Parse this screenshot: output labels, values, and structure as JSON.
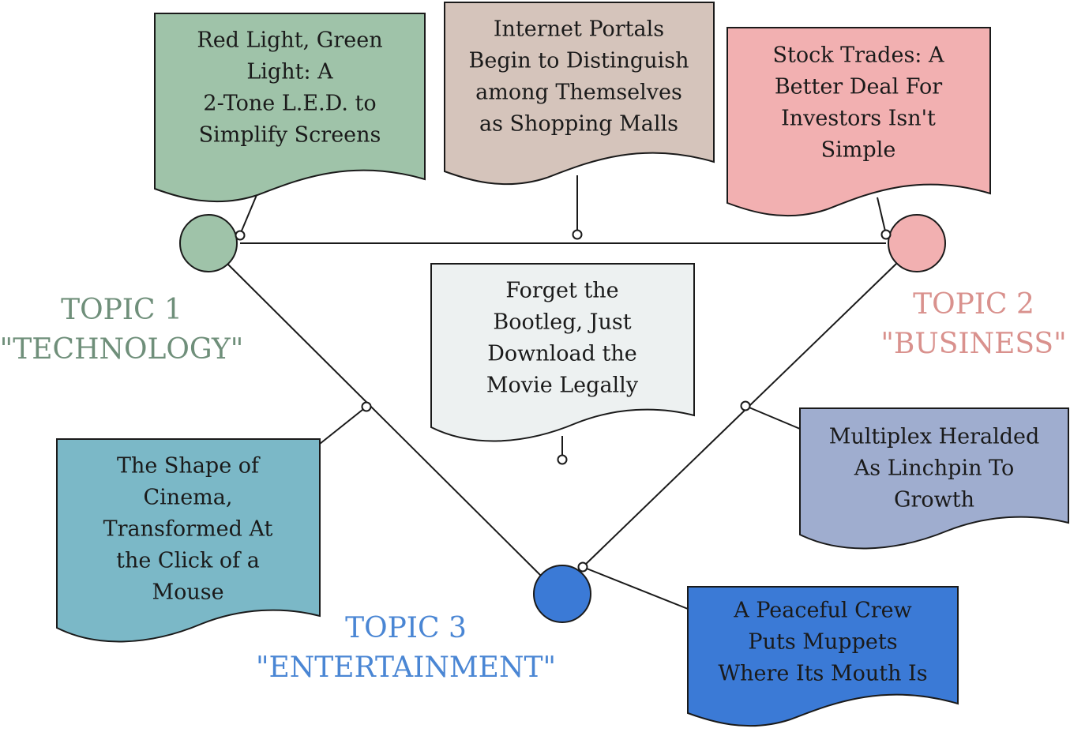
{
  "topics": [
    {
      "id": "t1",
      "line1": "TOPIC 1",
      "line2": "\"TECHNOLOGY\"",
      "color": "#6f8f7a",
      "node_fill": "#9fc3a9"
    },
    {
      "id": "t2",
      "line1": "TOPIC 2",
      "line2": "\"BUSINESS\"",
      "color": "#d9918d",
      "node_fill": "#f2b0b1"
    },
    {
      "id": "t3",
      "line1": "TOPIC 3",
      "line2": "\"ENTERTAINMENT\"",
      "color": "#4a86d4",
      "node_fill": "#3b7ad6"
    }
  ],
  "documents": [
    {
      "id": "d1",
      "lines": [
        "Red Light, Green",
        "Light: A",
        "2-Tone L.E.D. to",
        "Simplify Screens"
      ],
      "fill": "#9fc3a9"
    },
    {
      "id": "d2",
      "lines": [
        "Internet Portals",
        "Begin to Distinguish",
        "among Themselves",
        "as Shopping Malls"
      ],
      "fill": "#d5c4bb"
    },
    {
      "id": "d3",
      "lines": [
        "Stock Trades: A",
        "Better Deal For",
        "Investors Isn't",
        "Simple"
      ],
      "fill": "#f2b0b1"
    },
    {
      "id": "d4",
      "lines": [
        "Forget the",
        "Bootleg, Just",
        "Download the",
        "Movie Legally"
      ],
      "fill": "#edf1f1"
    },
    {
      "id": "d5",
      "lines": [
        "The Shape of",
        "Cinema,",
        "Transformed At",
        "the Click of a",
        "Mouse"
      ],
      "fill": "#7bb8c7"
    },
    {
      "id": "d6",
      "lines": [
        "Multiplex Heralded",
        "As Linchpin To",
        "Growth"
      ],
      "fill": "#9fadcf"
    },
    {
      "id": "d7",
      "lines": [
        "A Peaceful Crew",
        "Puts Muppets",
        "Where Its Mouth Is"
      ],
      "fill": "#3b7ad6"
    }
  ]
}
